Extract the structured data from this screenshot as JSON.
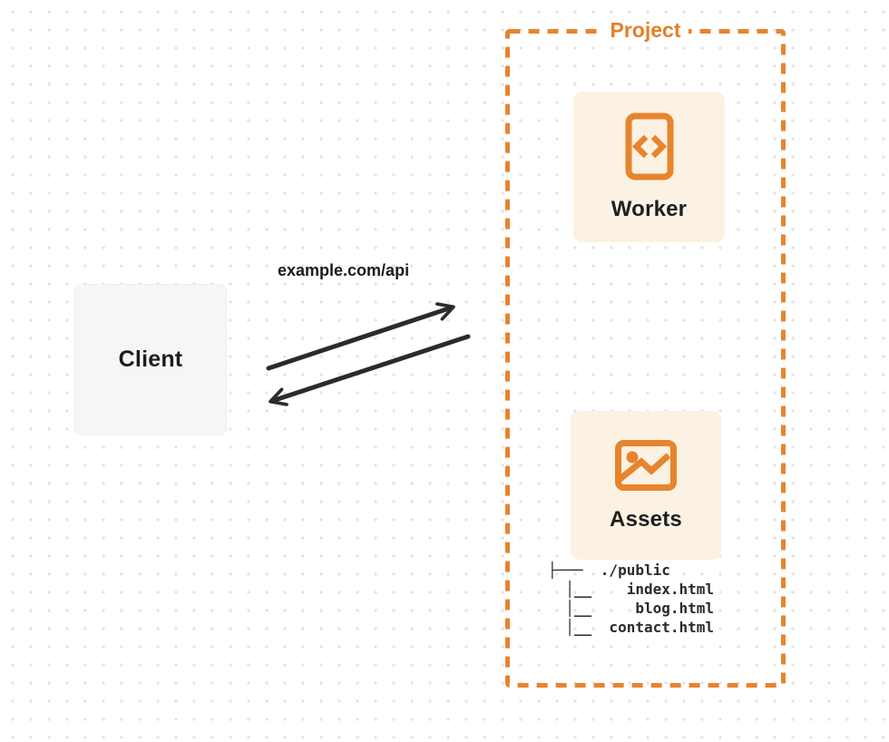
{
  "colors": {
    "accent_orange": "#e8842c",
    "panel_cream": "#fcf2e3",
    "client_gray": "#f6f6f7",
    "arrow_dark": "#2b2b2b"
  },
  "client": {
    "label": "Client"
  },
  "connection": {
    "label": "example.com/api"
  },
  "project": {
    "label": "Project",
    "worker": {
      "label": "Worker",
      "icon": "code-document-icon"
    },
    "assets": {
      "label": "Assets",
      "icon": "image-icon"
    },
    "file_tree": {
      "lines": [
        "├───  ./public",
        "  │__    index.html",
        "  │__     blog.html",
        "  │__  contact.html"
      ]
    }
  }
}
